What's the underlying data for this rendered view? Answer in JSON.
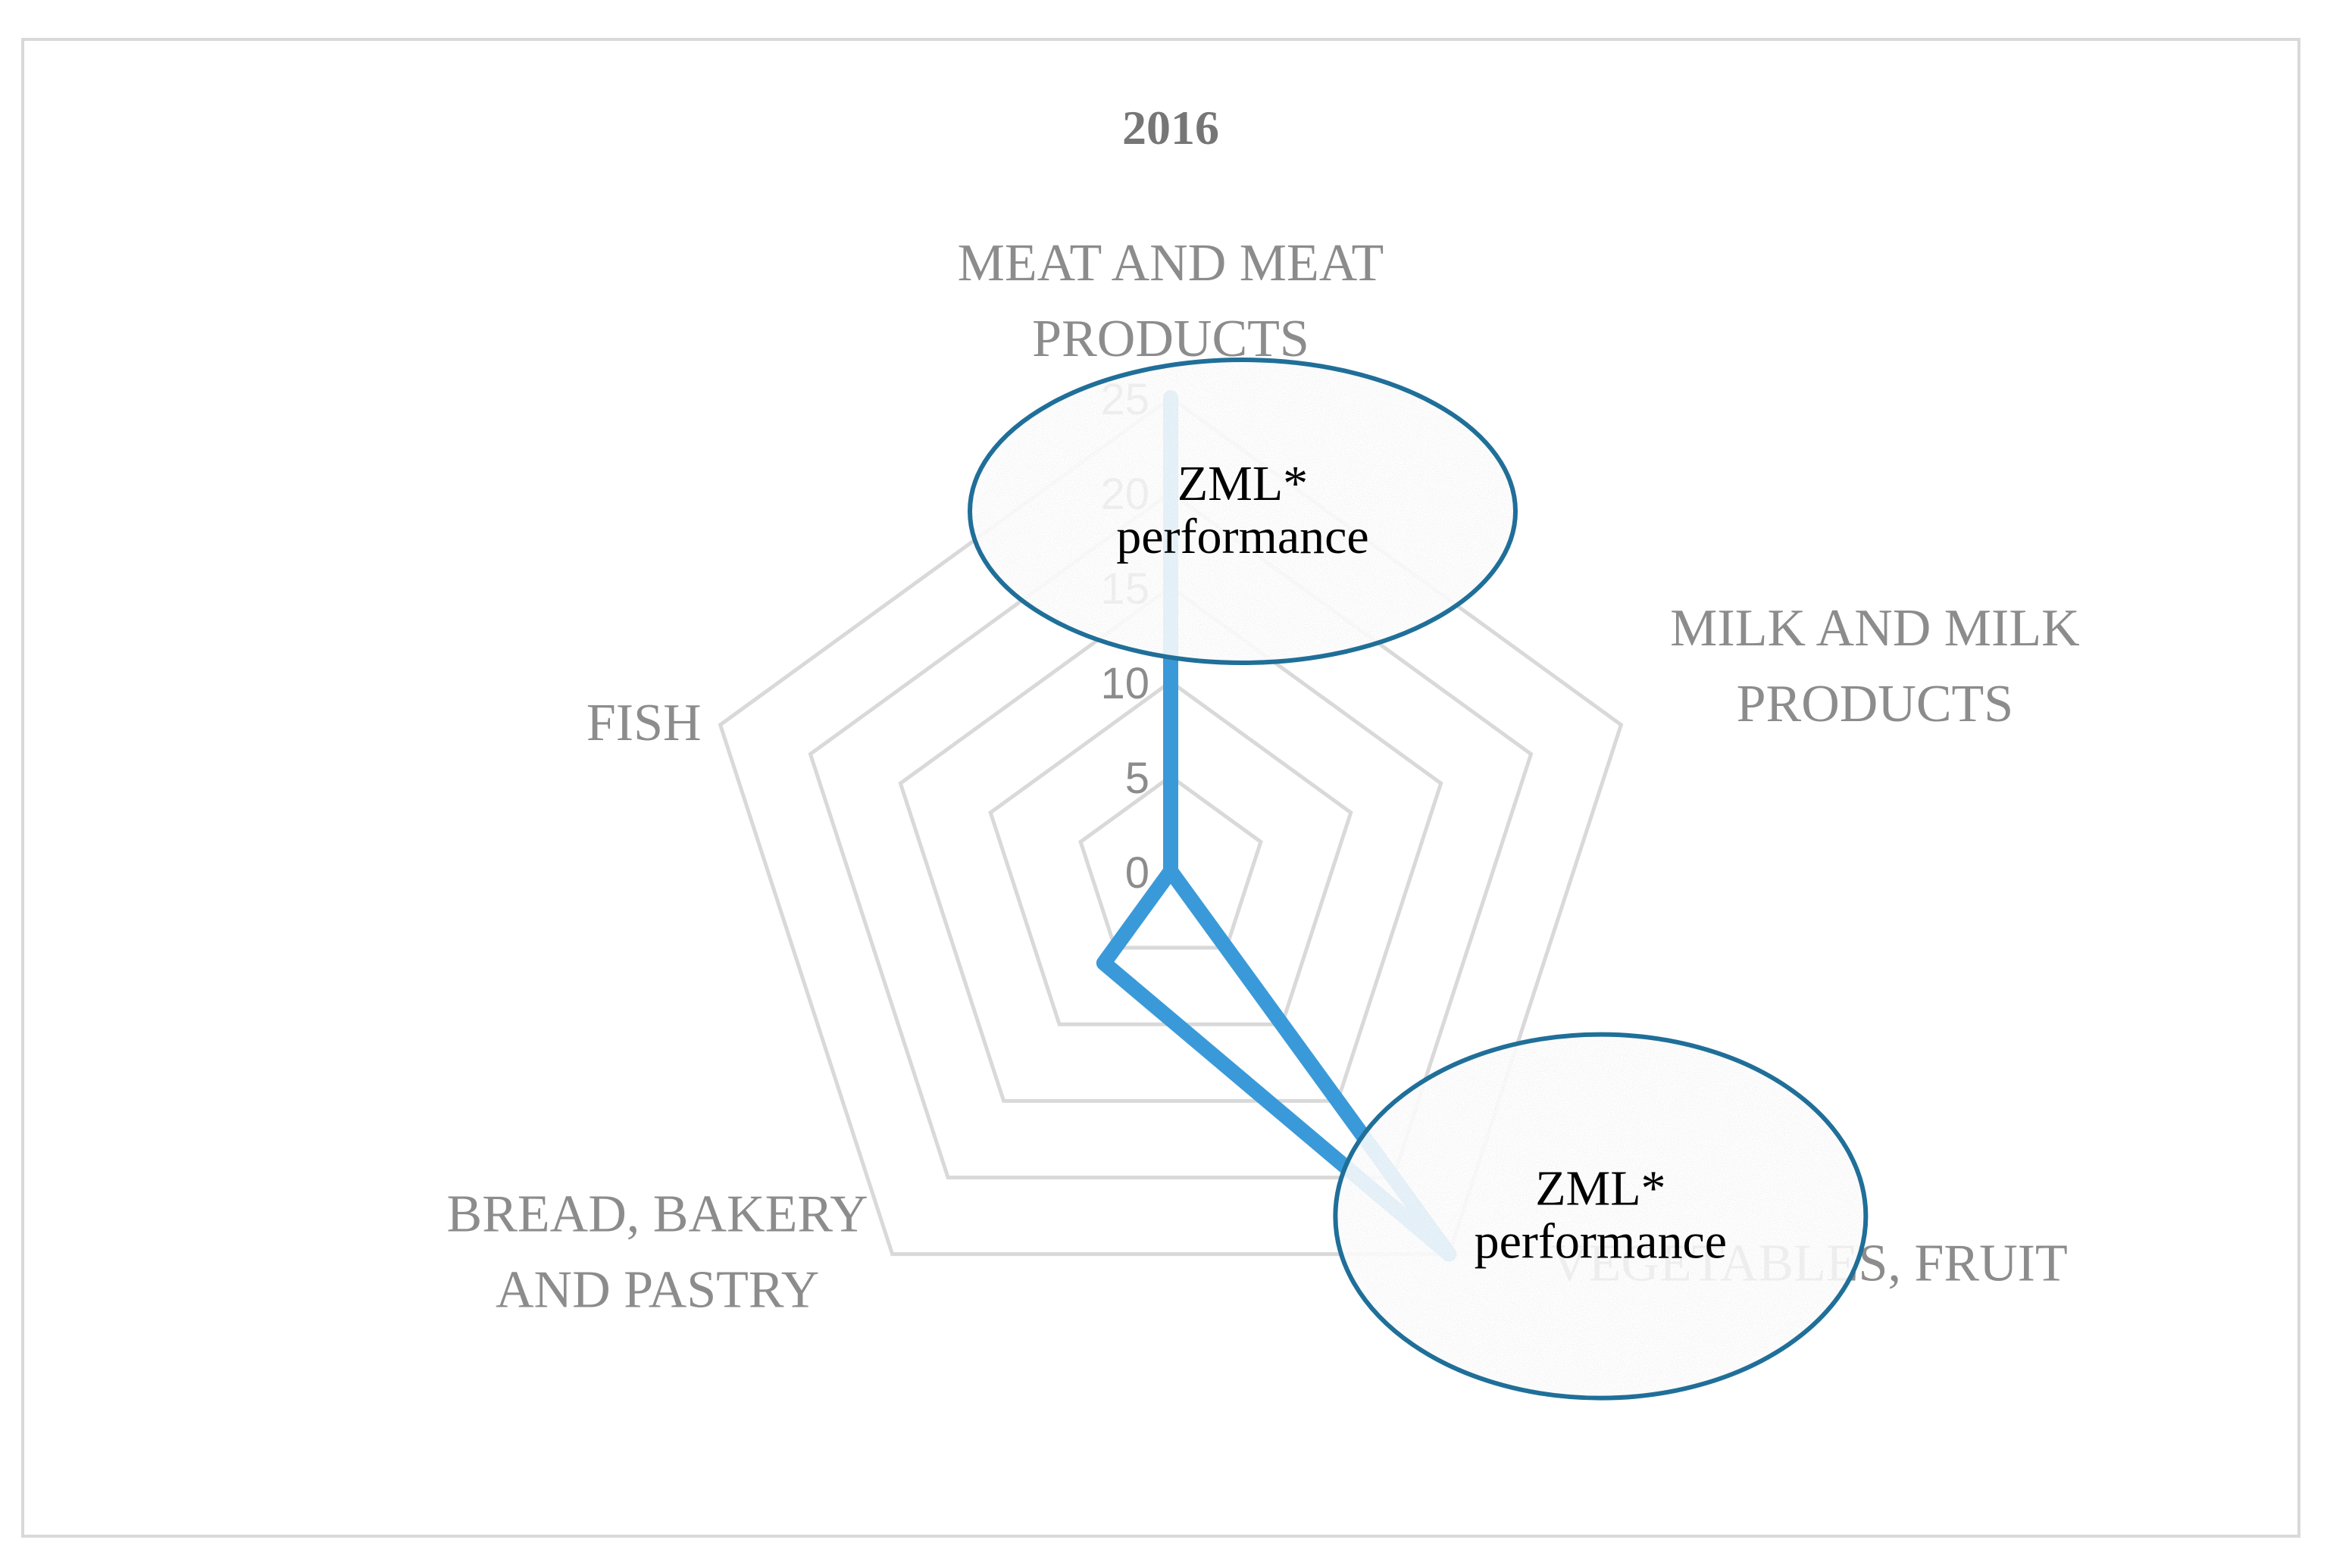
{
  "chart_data": {
    "type": "radar",
    "title": "2016",
    "categories": [
      "MEAT AND MEAT PRODUCTS",
      "MILK AND MILK PRODUCTS",
      "VEGETABLES, FRUIT",
      "BREAD, BAKERY AND PASTRY",
      "FISH"
    ],
    "category_lines": [
      [
        "MEAT AND MEAT",
        "PRODUCTS"
      ],
      [
        "MILK AND MILK",
        "PRODUCTS"
      ],
      [
        "VEGETABLES, FRUIT"
      ],
      [
        "BREAD, BAKERY",
        "AND PASTRY"
      ],
      [
        "FISH"
      ]
    ],
    "series": [
      {
        "values": [
          25,
          0,
          25,
          6,
          0
        ]
      }
    ],
    "r_ticks": [
      0,
      5,
      10,
      15,
      20,
      25
    ],
    "r_range": [
      0,
      25
    ],
    "grid": true,
    "series_color": "#3a9ad9",
    "grid_color": "#d9d9d9",
    "annotations": [
      {
        "lines": [
          "ZML*",
          "performance"
        ],
        "category": "MEAT AND MEAT PRODUCTS",
        "edge_color": "#1f6f99"
      },
      {
        "lines": [
          "ZML*",
          "performance"
        ],
        "category": "VEGETABLES, FRUIT",
        "edge_color": "#1f6f99"
      }
    ]
  }
}
